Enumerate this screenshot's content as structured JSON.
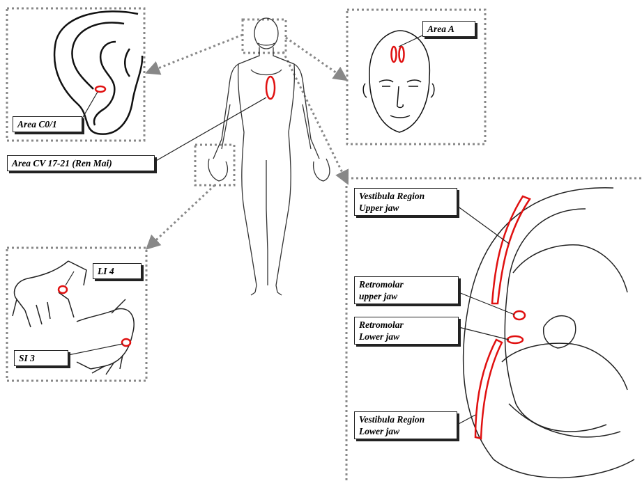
{
  "labels": {
    "area_c01": "Area C0/1",
    "area_cv": "Area CV 17-21 (Ren Mai)",
    "area_a": "Area A",
    "li4": "LI 4",
    "si3": "SI 3",
    "vest_upper_1": "Vestibula Region",
    "vest_upper_2": "Upper jaw",
    "retro_upper_1": "Retromolar",
    "retro_upper_2": "upper jaw",
    "retro_lower_1": "Retromolar",
    "retro_lower_2": "Lower jaw",
    "vest_lower_1": "Vestibula Region",
    "vest_lower_2": "Lower jaw"
  },
  "colors": {
    "marker": "#e01010",
    "line": "#222222",
    "dotted": "#888888"
  }
}
